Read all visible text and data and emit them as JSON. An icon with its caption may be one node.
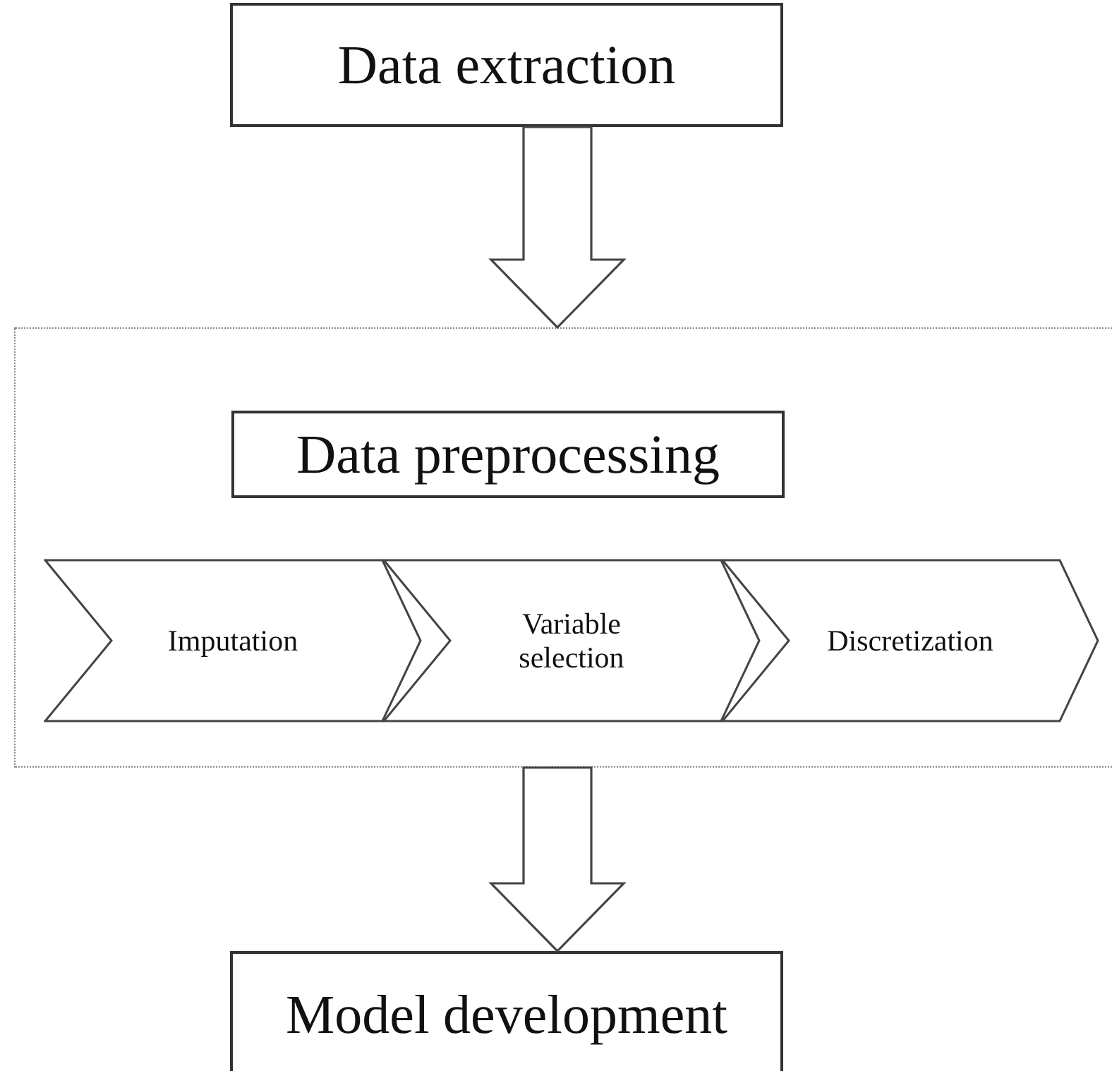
{
  "diagram": {
    "nodes": [
      {
        "text": [
          "Data extraction"
        ]
      },
      {
        "text": [],
        "shape": "box"
      },
      {
        "text": [
          "Data preprocessing"
        ],
        "in": 1
      },
      {
        "text": [
          "Imputation"
        ],
        "in": 1
      },
      {
        "text": [
          "Variable selection"
        ],
        "in": 1
      },
      {
        "text": [
          "Discretization"
        ],
        "in": 1
      },
      {
        "text": [
          "Model development"
        ]
      }
    ],
    "edges": [
      {
        "from": 0,
        "to": 1,
        "arrow": "to"
      },
      {
        "from": 1,
        "to": 6,
        "arrow": "to"
      }
    ]
  }
}
